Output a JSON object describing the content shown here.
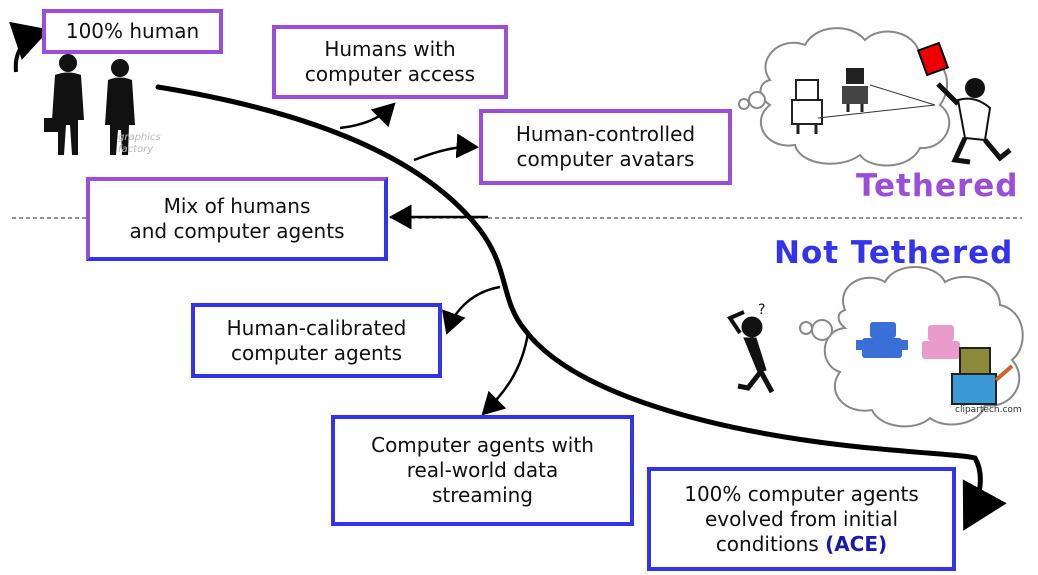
{
  "colors": {
    "purple": "#9b4ddb",
    "blue": "#3333ee",
    "curve": "#000000",
    "divider": "#555555",
    "cloud": "#999999"
  },
  "boxes": {
    "human": "100% human",
    "computer_access": "Humans with\ncomputer access",
    "avatars": "Human-controlled\ncomputer avatars",
    "mix": "Mix of humans\nand computer agents",
    "calibrated": "Human-calibrated\ncomputer agents",
    "realworld": "Computer agents with\nreal-world data\nstreaming",
    "ace_line1": "100% computer agents",
    "ace_line2": "evolved from initial",
    "ace_line3": "conditions ",
    "ace_acronym": "(ACE)"
  },
  "labels": {
    "tethered": "Tethered",
    "not_tethered": "Not Tethered"
  },
  "watermarks": {
    "graphics_factory": "graphics\nfactory",
    "site": "clipartech.com"
  },
  "icons": [
    "people-silhouette-icon",
    "robot-cloud-icon",
    "referee-icon",
    "thinking-man-icon",
    "robot-cloud-2-icon"
  ]
}
